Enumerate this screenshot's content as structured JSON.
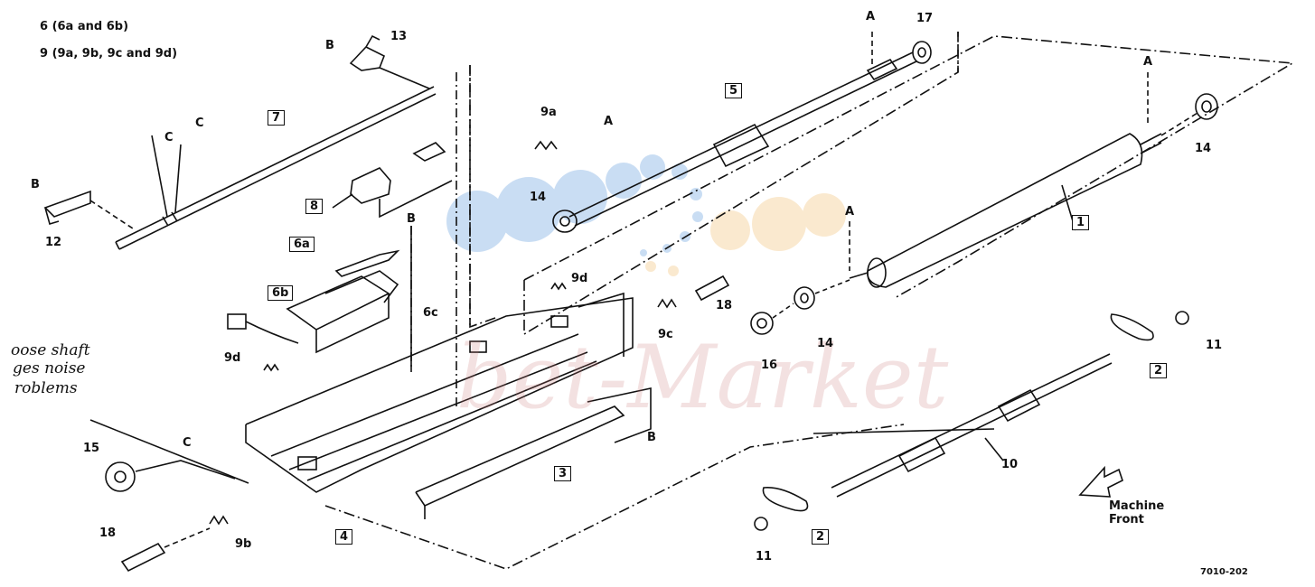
{
  "header_notes": [
    "6 (6a and 6b)",
    "9 (9a, 9b, 9c and 9d)"
  ],
  "handwritten_note": [
    "oose shaft",
    "ges noise",
    "roblems"
  ],
  "watermark": "bet-Market",
  "front_label": [
    "Machine",
    "Front"
  ],
  "drawing_code": "7010-202",
  "colors": {
    "line": "#111111",
    "watermark_blue": "#9ec3ea",
    "watermark_orange": "#f7d8a8",
    "watermark_text": "#c87878"
  },
  "callouts": {
    "boxed": [
      "7",
      "5",
      "1",
      "8",
      "6a",
      "6b",
      "3",
      "4",
      "2",
      "2"
    ],
    "plain": [
      "13",
      "17",
      "14",
      "14",
      "14",
      "12",
      "9a",
      "9d",
      "9d",
      "6c",
      "9c",
      "18",
      "18",
      "16",
      "11",
      "11",
      "15",
      "9b",
      "10",
      "A",
      "A",
      "A",
      "A",
      "B",
      "B",
      "B",
      "B",
      "C",
      "C",
      "C"
    ]
  }
}
